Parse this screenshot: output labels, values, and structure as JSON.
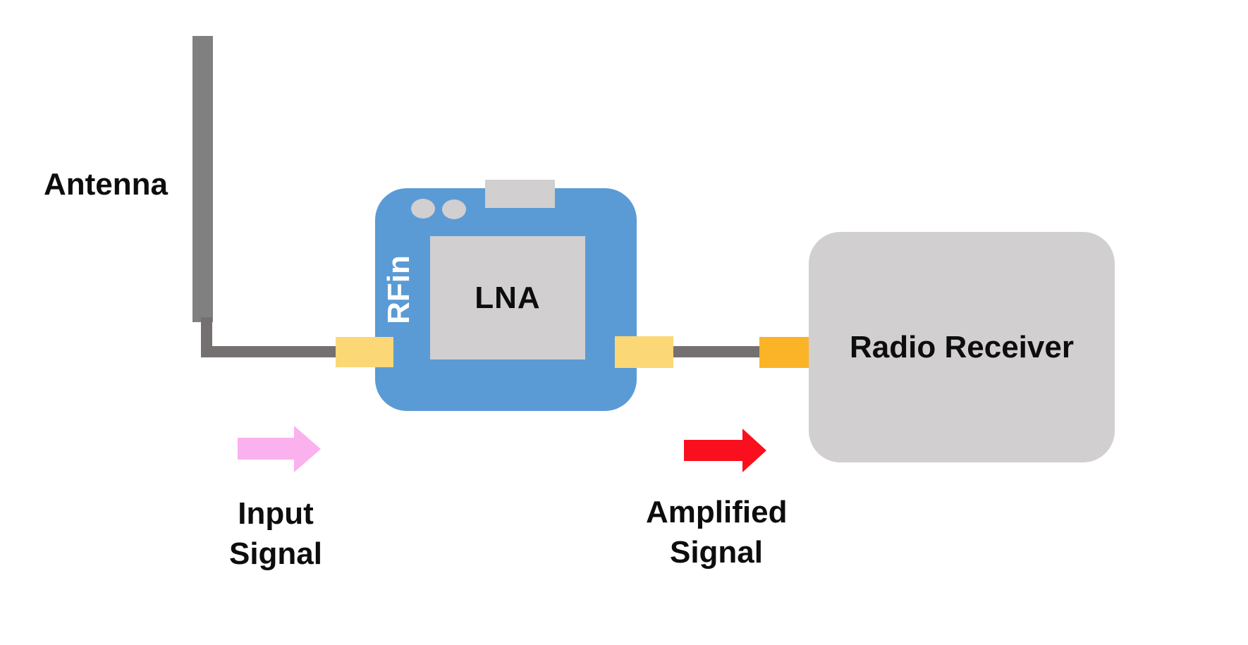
{
  "colors": {
    "module-blue": "#5B9BD5",
    "block-gray": "#D1CFCF",
    "antenna-gray": "#808080",
    "wire-gray": "#757070",
    "connector-yellow": "#FCD776",
    "connector-orange": "#FBB327",
    "arrow-pink": "#FCB1EF",
    "arrow-red": "#FA0F1E",
    "text-black": "#0D0D0D",
    "port-text-white": "#FFFFFF"
  },
  "antenna": {
    "label": "Antenna"
  },
  "lna": {
    "chip_label": "LNA",
    "port_label": "RFin"
  },
  "receiver": {
    "label": "Radio Receiver"
  },
  "signals": {
    "input": {
      "line1": "Input",
      "line2": "Signal"
    },
    "amplified": {
      "line1": "Amplified",
      "line2": "Signal"
    }
  }
}
